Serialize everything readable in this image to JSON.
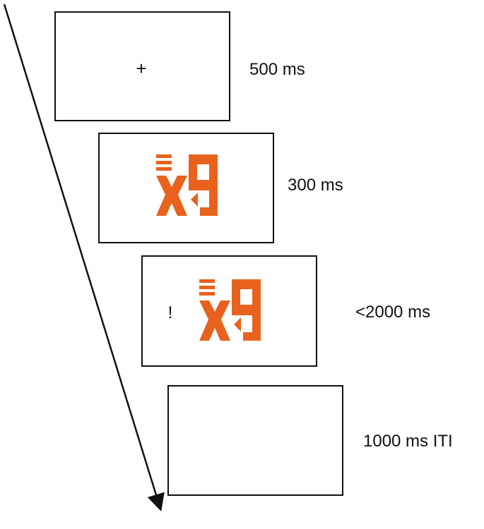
{
  "diagram": {
    "arrow_color": "#111111",
    "stimulus_color": "#E8621D",
    "trials": [
      {
        "fixation": "+",
        "duration": "500 ms"
      },
      {
        "stimulus_icon": "orange-compound-stimulus-icon",
        "duration": "300 ms"
      },
      {
        "cue": "!",
        "stimulus_icon": "orange-compound-stimulus-icon",
        "duration": "<2000 ms"
      },
      {
        "duration": "1000 ms ITI"
      }
    ]
  }
}
